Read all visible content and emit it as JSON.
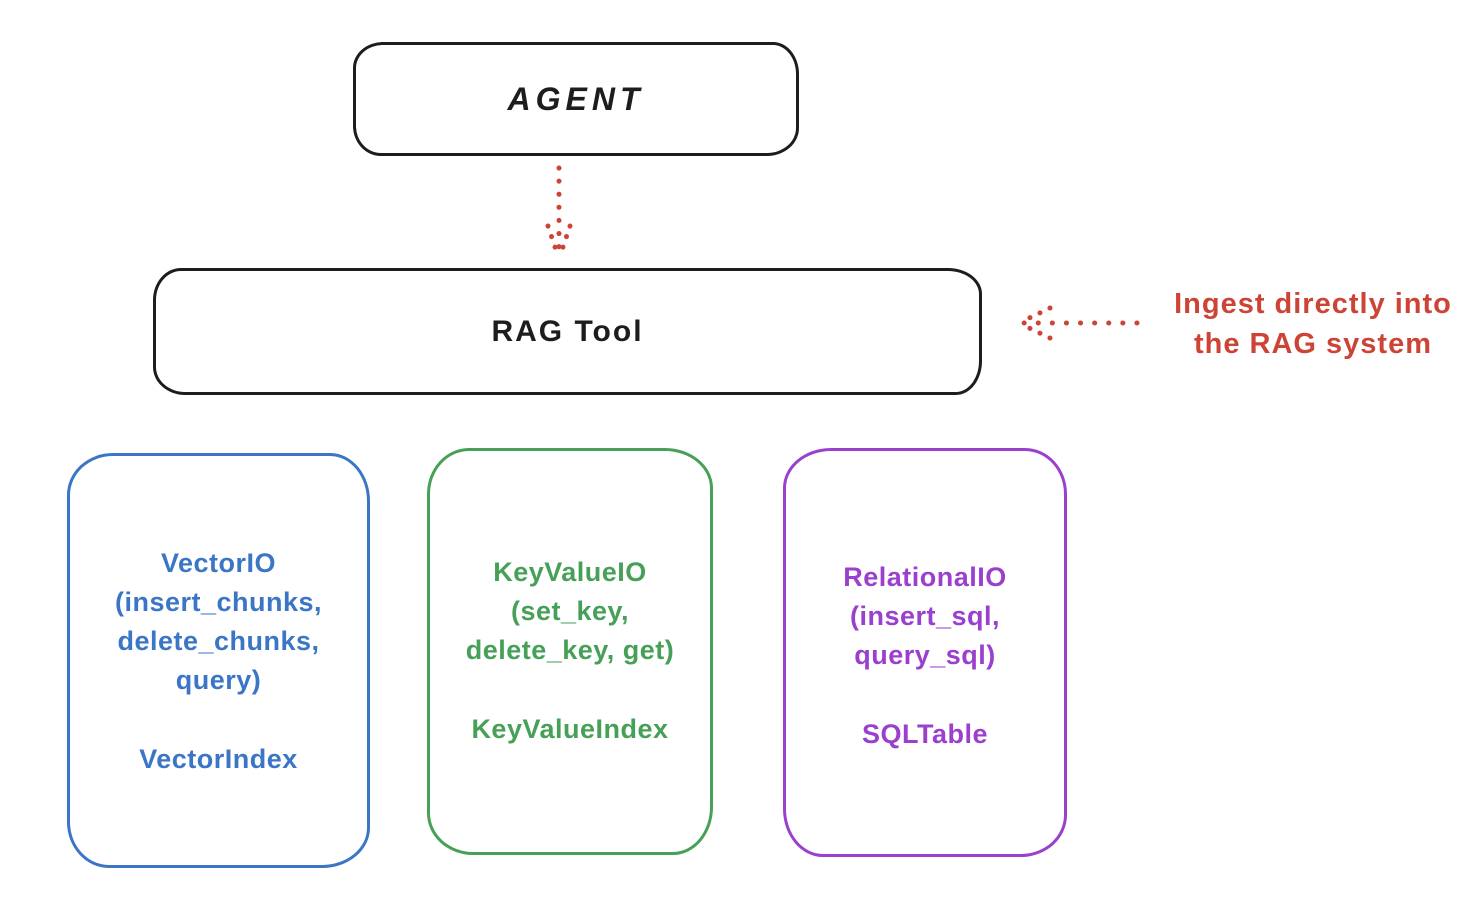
{
  "colors": {
    "ink": "#1d1d1d",
    "red": "#cd4437",
    "blue": "#3b76c6",
    "green": "#46a058",
    "purple": "#9a3fce",
    "background": "#ffffff"
  },
  "agent": {
    "label": "AGENT"
  },
  "rag_tool": {
    "label": "RAG Tool"
  },
  "annotation": {
    "line1": "Ingest directly into",
    "line2": "the RAG system"
  },
  "io_boxes": [
    {
      "id": "vector-io",
      "lines": [
        "VectorIO",
        "(insert_chunks,",
        "delete_chunks,",
        "query)"
      ],
      "index": "VectorIndex",
      "color": "#3b76c6"
    },
    {
      "id": "keyvalue-io",
      "lines": [
        "KeyValueIO",
        "(set_key,",
        "delete_key, get)"
      ],
      "index": "KeyValueIndex",
      "color": "#46a058"
    },
    {
      "id": "relational-io",
      "lines": [
        "RelationalIO",
        "(insert_sql,",
        "query_sql)"
      ],
      "index": "SQLTable",
      "color": "#9a3fce"
    }
  ]
}
